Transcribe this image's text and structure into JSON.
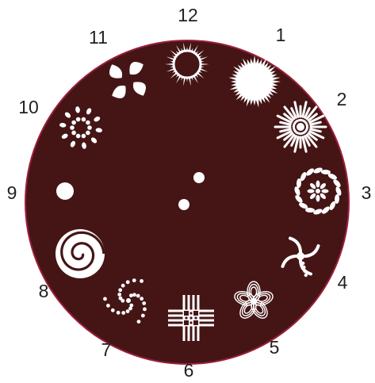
{
  "wheel": {
    "disc_color": "#451516",
    "rim_color": "#9c1f3a",
    "pattern_color": "#ffffff",
    "numbers": [
      "12",
      "1",
      "2",
      "3",
      "4",
      "5",
      "6",
      "7",
      "8",
      "9",
      "10",
      "11"
    ],
    "slots": [
      {
        "number": "12",
        "icon": "ring-of-rays-gobo-icon"
      },
      {
        "number": "1",
        "icon": "solid-starburst-gobo-icon"
      },
      {
        "number": "2",
        "icon": "sunburst-gobo-icon"
      },
      {
        "number": "3",
        "icon": "flower-in-ring-gobo-icon"
      },
      {
        "number": "4",
        "icon": "four-blade-pinwheel-gobo-icon"
      },
      {
        "number": "5",
        "icon": "petal-flower-gobo-icon"
      },
      {
        "number": "6",
        "icon": "woven-lattice-gobo-icon"
      },
      {
        "number": "7",
        "icon": "dotted-triskelion-gobo-icon"
      },
      {
        "number": "8",
        "icon": "spiral-gobo-icon"
      },
      {
        "number": "9",
        "icon": "open-dot-gobo-icon"
      },
      {
        "number": "10",
        "icon": "dot-burst-gobo-icon"
      },
      {
        "number": "11",
        "icon": "triskelion-gobo-icon"
      }
    ]
  }
}
